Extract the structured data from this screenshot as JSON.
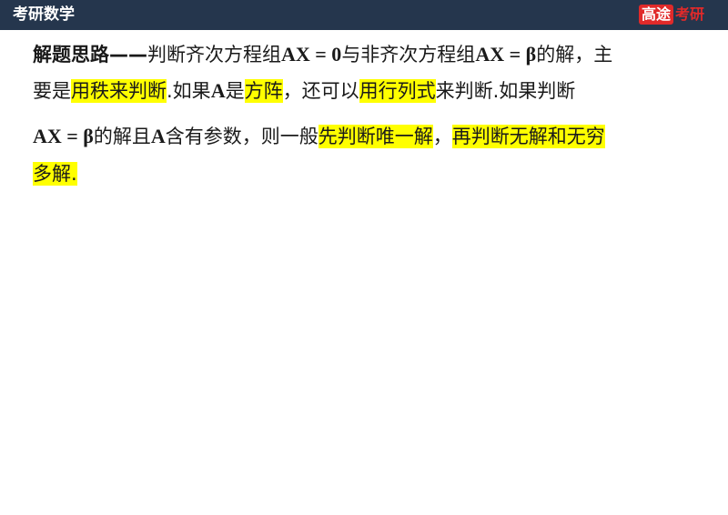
{
  "header": {
    "title": "考研数学",
    "logo_box": "高途",
    "logo_text": "考研"
  },
  "content": {
    "line1": {
      "label": "解题思路——",
      "t1": "判断齐次方程组",
      "m1": "AX = 0",
      "t2": "与非齐次方程组",
      "m2": "AX = β",
      "t3": "的解，主"
    },
    "line2": {
      "t1": "要是",
      "h1": "用秩来判断",
      "t2": ".如果",
      "m1": "A",
      "t3": "是",
      "h2": "方阵",
      "t4": "，还可以",
      "h3": "用行列式",
      "t5": "来判断.如果判断"
    },
    "line3": {
      "m1": "AX = β",
      "t1": "的解且",
      "m2": "A",
      "t2": "含有参数，则一般",
      "h1": "先判断唯一解",
      "t3": "，",
      "h2": "再判断无解和无穷"
    },
    "line4": {
      "h1": "多解.",
      "t1": ""
    }
  },
  "colors": {
    "header_bg": "#25364d",
    "highlight": "#ffff00",
    "logo_red": "#e02a2a"
  }
}
